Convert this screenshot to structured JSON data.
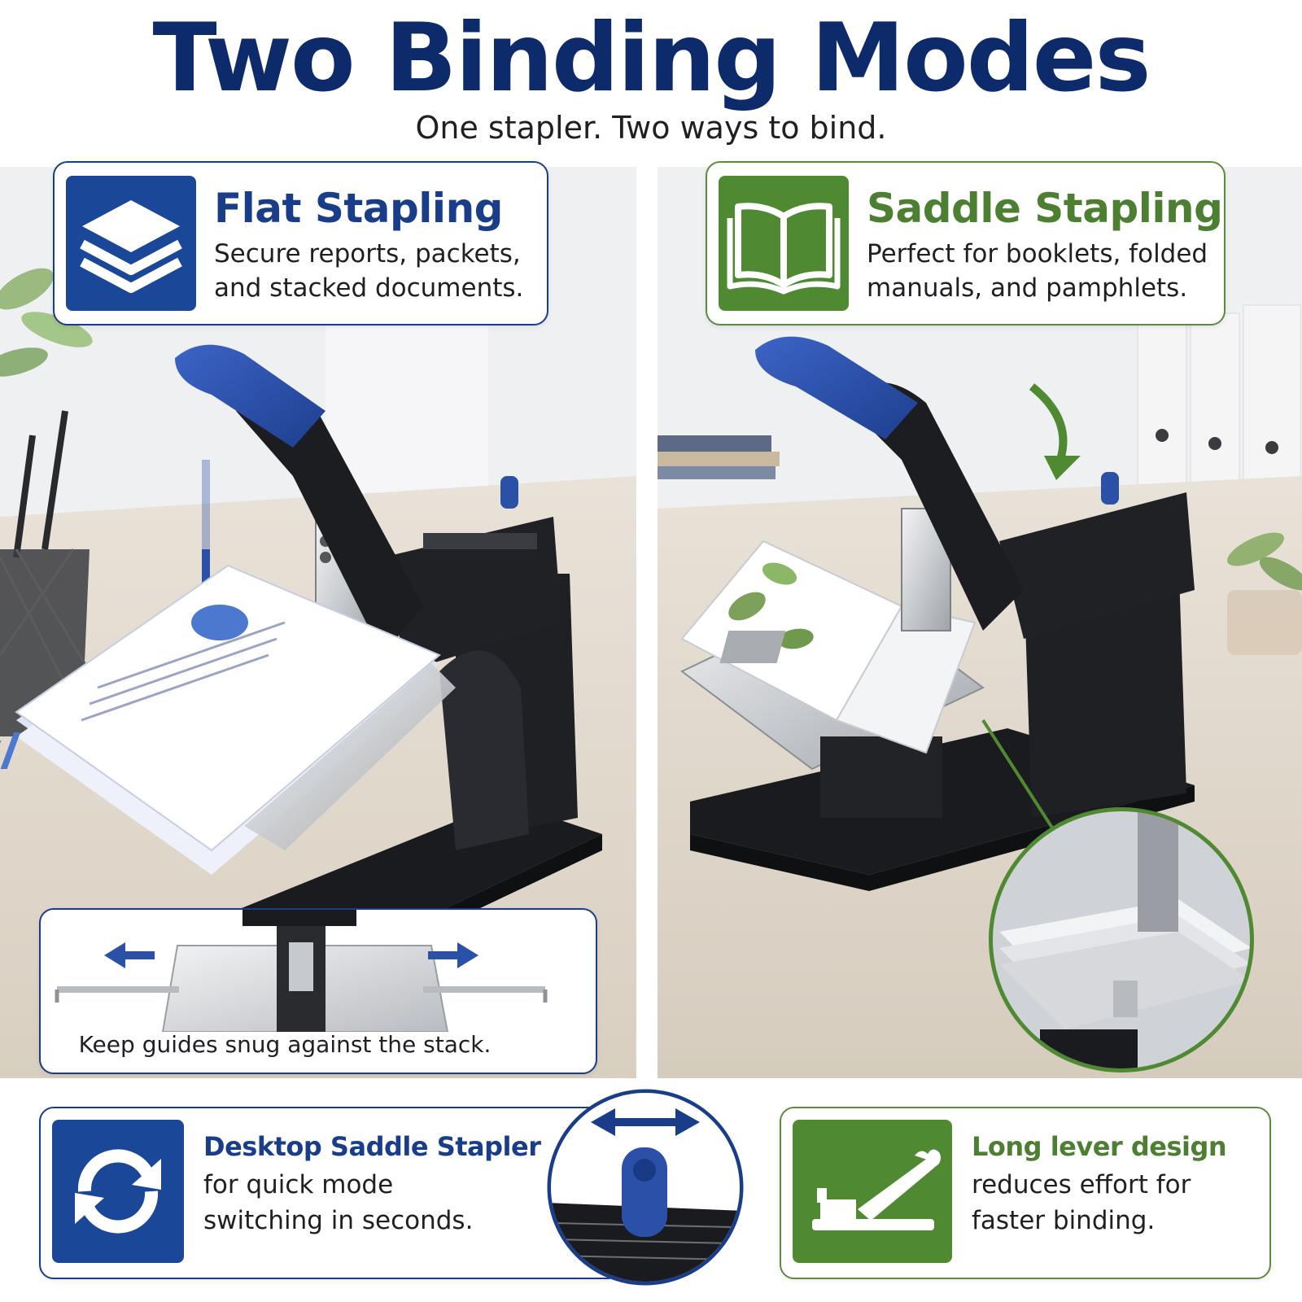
{
  "header": {
    "title": "Two Binding Modes",
    "subtitle": "One stapler. Two ways to bind."
  },
  "flat_card": {
    "title": "Flat Stapling",
    "line1": "Secure reports, packets,",
    "line2": "and stacked documents.",
    "icon": "layers-icon"
  },
  "saddle_card": {
    "title": "Saddle Stapling",
    "line1": "Perfect for booklets, folded",
    "line2": "manuals, and pamphlets.",
    "icon": "open-book-icon"
  },
  "guides_callout": {
    "caption": "Keep guides snug against the stack."
  },
  "switch_card": {
    "title": "Desktop Saddle Stapler",
    "line1": "for quick mode",
    "line2": "switching in seconds.",
    "icon": "refresh-cycle-icon"
  },
  "lever_card": {
    "title": "Long lever design",
    "line1": "reduces effort for",
    "line2": "faster binding.",
    "icon": "lever-stapler-icon"
  },
  "colors": {
    "navy": "#0d2a6b",
    "blue": "#1a4797",
    "stapler_blue": "#2b50a8",
    "green": "#4f8a33",
    "stapler_black": "#1a1b1e"
  }
}
